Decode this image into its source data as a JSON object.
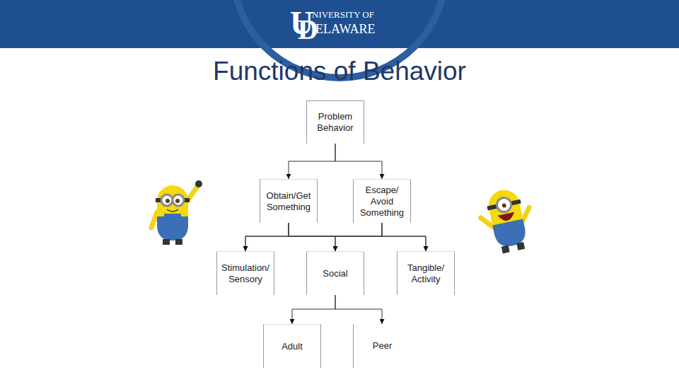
{
  "diagram": {
    "title": "Functions of Behavior",
    "nodes": [
      {
        "text": [
          "Problem Behavior"
        ]
      },
      {
        "text": [
          "Obtain/Get Something"
        ]
      },
      {
        "text": [
          "Escape/ Avoid Something"
        ]
      },
      {
        "text": [
          "Stimulation/ Sensory"
        ]
      },
      {
        "text": [
          "Social"
        ]
      },
      {
        "text": [
          "Tangible/ Activity"
        ]
      },
      {
        "text": [
          "Adult"
        ]
      },
      {
        "text": [
          "Peer"
        ]
      }
    ],
    "edges": [
      {
        "from": 0,
        "to": 1,
        "arrow": "to"
      },
      {
        "from": 0,
        "to": 2,
        "arrow": "to"
      },
      {
        "from": 1,
        "to": 3,
        "arrow": "to"
      },
      {
        "from": 1,
        "to": 4,
        "arrow": "to"
      },
      {
        "from": 1,
        "to": 5,
        "arrow": "to"
      },
      {
        "from": 2,
        "to": 3,
        "arrow": "to"
      },
      {
        "from": 2,
        "to": 4,
        "arrow": "to"
      },
      {
        "from": 2,
        "to": 5,
        "arrow": "to"
      },
      {
        "from": 4,
        "to": 6,
        "arrow": "to"
      },
      {
        "from": 4,
        "to": 7,
        "arrow": "to"
      }
    ],
    "labels": [
      "U",
      "NIVERSITY OF",
      "D",
      "ELAWARE"
    ]
  }
}
